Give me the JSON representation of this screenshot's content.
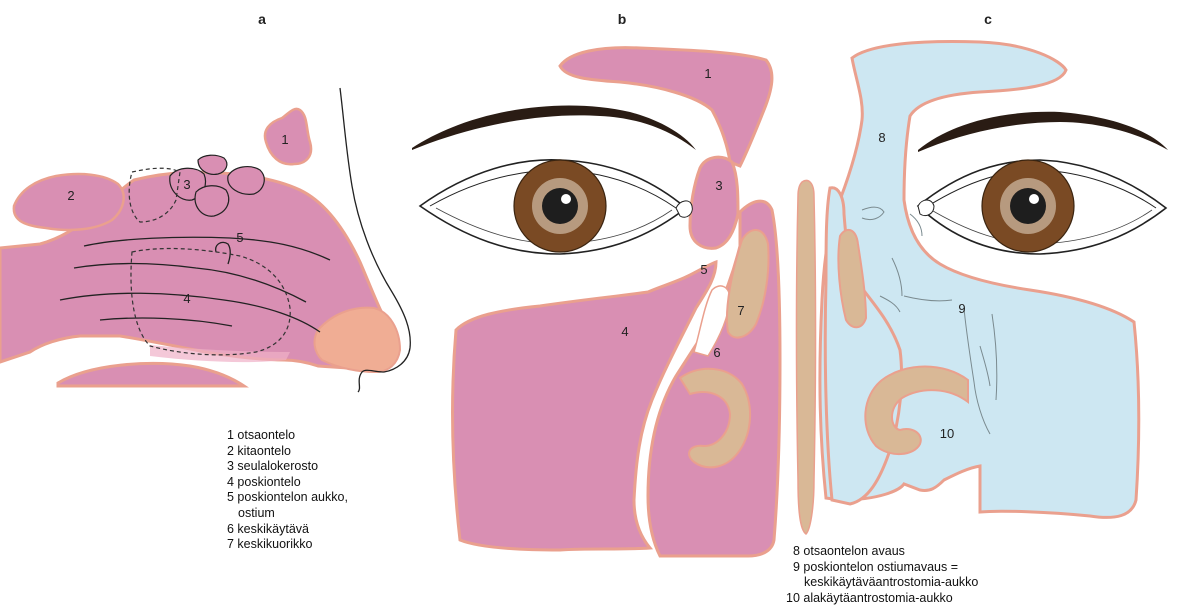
{
  "panels": {
    "a": "a",
    "b": "b",
    "c": "c"
  },
  "numbers": {
    "a": [
      "1",
      "2",
      "3",
      "4",
      "5"
    ],
    "b": [
      "1",
      "3",
      "4",
      "5",
      "6",
      "7"
    ],
    "c": [
      "8",
      "9",
      "10"
    ]
  },
  "legend_left": [
    "1 otsaontelo",
    "2 kitaontelo",
    "3 seulalokerosto",
    "4 poskiontelo",
    "5 poskiontelon aukko,",
    "ostium",
    "6 keskikäytävä",
    "7 keskikuorikko"
  ],
  "legend_right": [
    "8 otsaontelon avaus",
    "9 poskiontelon ostiumavaus =",
    "keskikäytäväantrostomia-aukko",
    "10 alakäytäantrostomia-aukko"
  ],
  "colors": {
    "sinus_pink": "#d98fb3",
    "outline_salmon": "#eaa08e",
    "bone_tan": "#d9b896",
    "opened_blue": "#cde7f2",
    "iris_brown": "#7a4a24",
    "skin_peach": "#f0ad94"
  }
}
